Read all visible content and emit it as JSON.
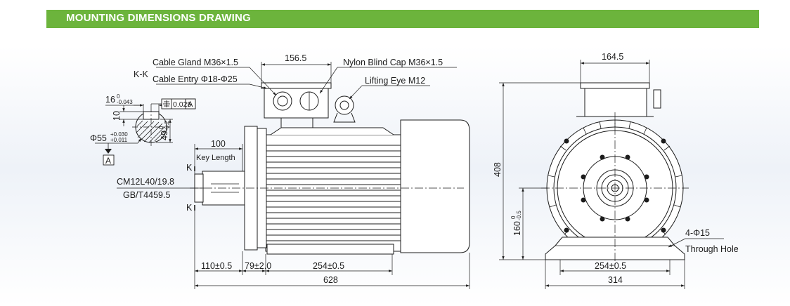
{
  "header": {
    "title": "MOUNTING DIMENSIONS DRAWING"
  },
  "side_view": {
    "section_label": "K-K",
    "cable_gland": "Cable Gland M36×1.5",
    "cable_entry": "Cable Entry Φ18-Φ25",
    "nylon_cap": "Nylon Blind Cap M36×1.5",
    "lifting_eye": "Lifting Eye M12",
    "top_dim": "156.5",
    "shaft_len": "100",
    "key_length": "Key Length",
    "k_top": "K",
    "k_bottom": "K",
    "center_hole_1": "CM12L40/19.8",
    "center_hole_2": "GB/T4459.5",
    "dim_110": "110±0.5",
    "dim_79": "79±2.0",
    "dim_254": "254±0.5",
    "dim_628": "628"
  },
  "section_view": {
    "key_width": "16",
    "key_width_tol_upper": "0",
    "key_width_tol_lower": "-0.043",
    "key_depth": "10",
    "shaft_dia": "Φ55",
    "shaft_tol_upper": "+0.030",
    "shaft_tol_lower": "+0.011",
    "key_height": "49",
    "key_height_tol_upper": "0",
    "key_height_tol_lower": "-0.2",
    "symmetry_tol": "0.025",
    "datum": "A",
    "datum_label": "A"
  },
  "end_view": {
    "width_top": "164.5",
    "height_total": "408",
    "shaft_height": "160",
    "shaft_height_tol_upper": "0",
    "shaft_height_tol_lower": "-0.5",
    "holes": "4-Φ15",
    "through_hole": "Through Hole",
    "foot_centers": "254±0.5",
    "foot_width": "314"
  }
}
